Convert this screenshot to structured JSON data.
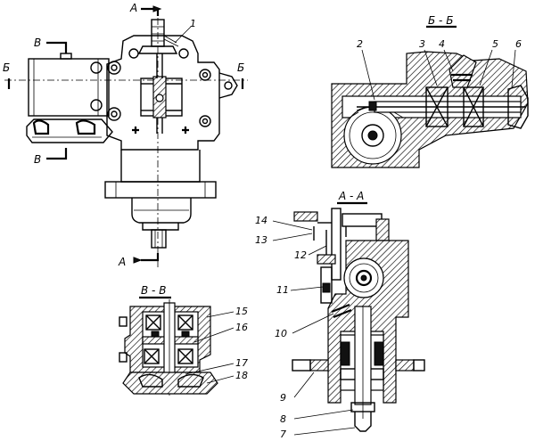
{
  "sections": {
    "front_view_cut_a_top": "А",
    "front_view_cut_a_bottom": "А",
    "front_view_cut_b_left": "Б",
    "front_view_cut_b_right": "Б",
    "front_view_cut_v_top": "В",
    "front_view_cut_v_bottom": "В",
    "section_bb_title": "Б - Б",
    "section_aa_title": "А - А",
    "section_vv_title": "В - В"
  },
  "callouts": {
    "c1": "1",
    "c2": "2",
    "c3": "3",
    "c4": "4",
    "c5": "5",
    "c6": "6",
    "c7": "7",
    "c8": "8",
    "c9": "9",
    "c10": "10",
    "c11": "11",
    "c12": "12",
    "c13": "13",
    "c14": "14",
    "c15": "15",
    "c16": "16",
    "c17": "17",
    "c18": "18"
  }
}
